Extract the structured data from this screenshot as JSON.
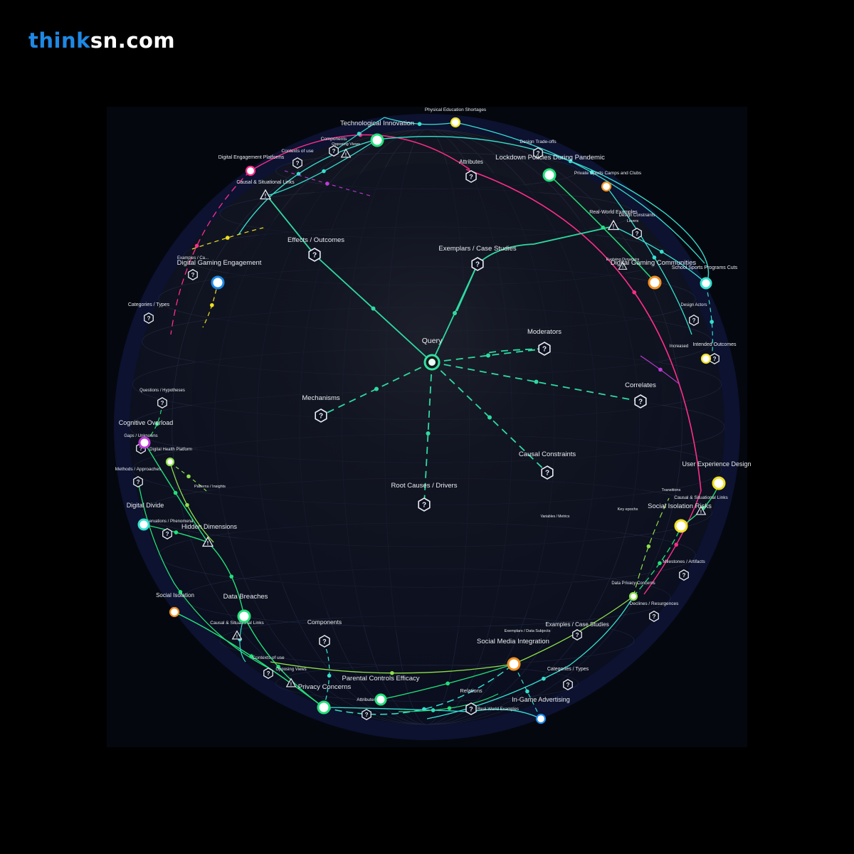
{
  "brand": {
    "part1": "think",
    "part2": "sn.com"
  },
  "colors": {
    "cyan": "#35e0d0",
    "green": "#22e07a",
    "lime": "#8de04a",
    "magenta": "#ff2d8a",
    "purple": "#c03ad8",
    "yellow": "#f0e020",
    "bg": "#0b0f22"
  },
  "center": {
    "label": "Query"
  },
  "inner_nodes": [
    {
      "label": "Effects / Outcomes"
    },
    {
      "label": "Exemplars / Case Studies"
    },
    {
      "label": "Moderators"
    },
    {
      "label": "Correlates"
    },
    {
      "label": "Causal Constraints"
    },
    {
      "label": "Root Causes / Drivers"
    },
    {
      "label": "Mechanisms"
    }
  ],
  "topics": [
    {
      "label": "Technological Innovation",
      "color": "#22e07a"
    },
    {
      "label": "Lockdown Policies During Pandemic",
      "color": "#22e07a"
    },
    {
      "label": "Digital Gaming Engagement",
      "color": "#1e88e5"
    },
    {
      "label": "Digital Gaming Communities",
      "color": "#f09020"
    },
    {
      "label": "User Experience Design",
      "color": "#f0e020"
    },
    {
      "label": "Social Isolation Risks",
      "color": "#f0e020"
    },
    {
      "label": "Social Media Integration",
      "color": "#f09020"
    },
    {
      "label": "In-Game Advertising",
      "color": "#1e88e5"
    },
    {
      "label": "Parental Controls Efficacy",
      "color": "#22e07a"
    },
    {
      "label": "Privacy Concerns",
      "color": "#22e07a"
    },
    {
      "label": "Data Breaches",
      "color": "#22e07a"
    },
    {
      "label": "Social Isolation",
      "color": "#f09020"
    },
    {
      "label": "Digital Divide",
      "color": "#35e0d0"
    },
    {
      "label": "Cognitive Overload",
      "color": "#c03ad8"
    },
    {
      "label": "Hidden Dimensions",
      "color": "#35e0d0"
    },
    {
      "label": "Physical Education Shortages",
      "color": "#f0e020"
    },
    {
      "label": "Digital Engagement Platforms",
      "color": "#ff2d8a"
    },
    {
      "label": "Private Sports Camps and Clubs",
      "color": "#f09020"
    },
    {
      "label": "School Sports Programs Cuts",
      "color": "#35e0d0"
    },
    {
      "label": "Digital Health Platform",
      "color": "#8de04a"
    },
    {
      "label": "Data Privacy Concerns",
      "color": "#8de04a"
    },
    {
      "label": "Increased",
      "color": "#f0e020"
    }
  ],
  "facets": [
    {
      "label": "Components"
    },
    {
      "label": "Opposing Views"
    },
    {
      "label": "Contexts of use"
    },
    {
      "label": "Causal & Situational Links"
    },
    {
      "label": "Design Trade-offs"
    },
    {
      "label": "Attributes"
    },
    {
      "label": "Real-World Examples"
    },
    {
      "label": "Design Constraints"
    },
    {
      "label": "Levers"
    },
    {
      "label": "Design Actors"
    },
    {
      "label": "Intended Outcomes"
    },
    {
      "label": "Examples / Ca..."
    },
    {
      "label": "Categories / Types"
    },
    {
      "label": "Questions / Hypotheses"
    },
    {
      "label": "Gaps / Unknowns"
    },
    {
      "label": "Methods / Approaches"
    },
    {
      "label": "Patterns / Insights"
    },
    {
      "label": "Observations / Phenomena"
    },
    {
      "label": "Causal & Situational Links"
    },
    {
      "label": "Contexts of use"
    },
    {
      "label": "Opposing Views"
    },
    {
      "label": "Attributes"
    },
    {
      "label": "Components"
    },
    {
      "label": "Relations"
    },
    {
      "label": "Real-World Examples"
    },
    {
      "label": "Categories / Types"
    },
    {
      "label": "Examples / Case Studies"
    },
    {
      "label": "Exemplars / Data Subjects"
    },
    {
      "label": "Transitions"
    },
    {
      "label": "Causal & Situational Links"
    },
    {
      "label": "Key epochs"
    },
    {
      "label": "Milestones / Artifacts"
    },
    {
      "label": "Declines / Resurgences"
    },
    {
      "label": "Variables / Metrics"
    },
    {
      "label": "Evolving Dynamics"
    }
  ]
}
